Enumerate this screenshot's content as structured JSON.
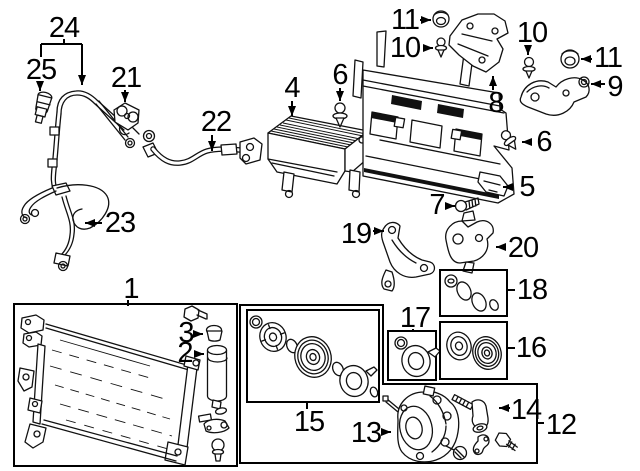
{
  "diagram_type": "exploded-parts-diagram",
  "colors": {
    "background": "#ffffff",
    "line": "#000000"
  },
  "callouts": {
    "n1": {
      "text": "1"
    },
    "n2": {
      "text": "2"
    },
    "n3": {
      "text": "3"
    },
    "n4": {
      "text": "4"
    },
    "n5": {
      "text": "5"
    },
    "n6a": {
      "text": "6"
    },
    "n6b": {
      "text": "6"
    },
    "n7": {
      "text": "7"
    },
    "n8": {
      "text": "8"
    },
    "n9": {
      "text": "9"
    },
    "n10a": {
      "text": "10"
    },
    "n10b": {
      "text": "10"
    },
    "n11a": {
      "text": "11"
    },
    "n11b": {
      "text": "11"
    },
    "n12": {
      "text": "12"
    },
    "n13": {
      "text": "13"
    },
    "n14": {
      "text": "14"
    },
    "n15": {
      "text": "15"
    },
    "n16": {
      "text": "16"
    },
    "n17": {
      "text": "17"
    },
    "n18": {
      "text": "18"
    },
    "n19": {
      "text": "19"
    },
    "n20": {
      "text": "20"
    },
    "n21": {
      "text": "21"
    },
    "n22": {
      "text": "22"
    },
    "n23": {
      "text": "23"
    },
    "n24": {
      "text": "24"
    },
    "n25": {
      "text": "25"
    }
  }
}
